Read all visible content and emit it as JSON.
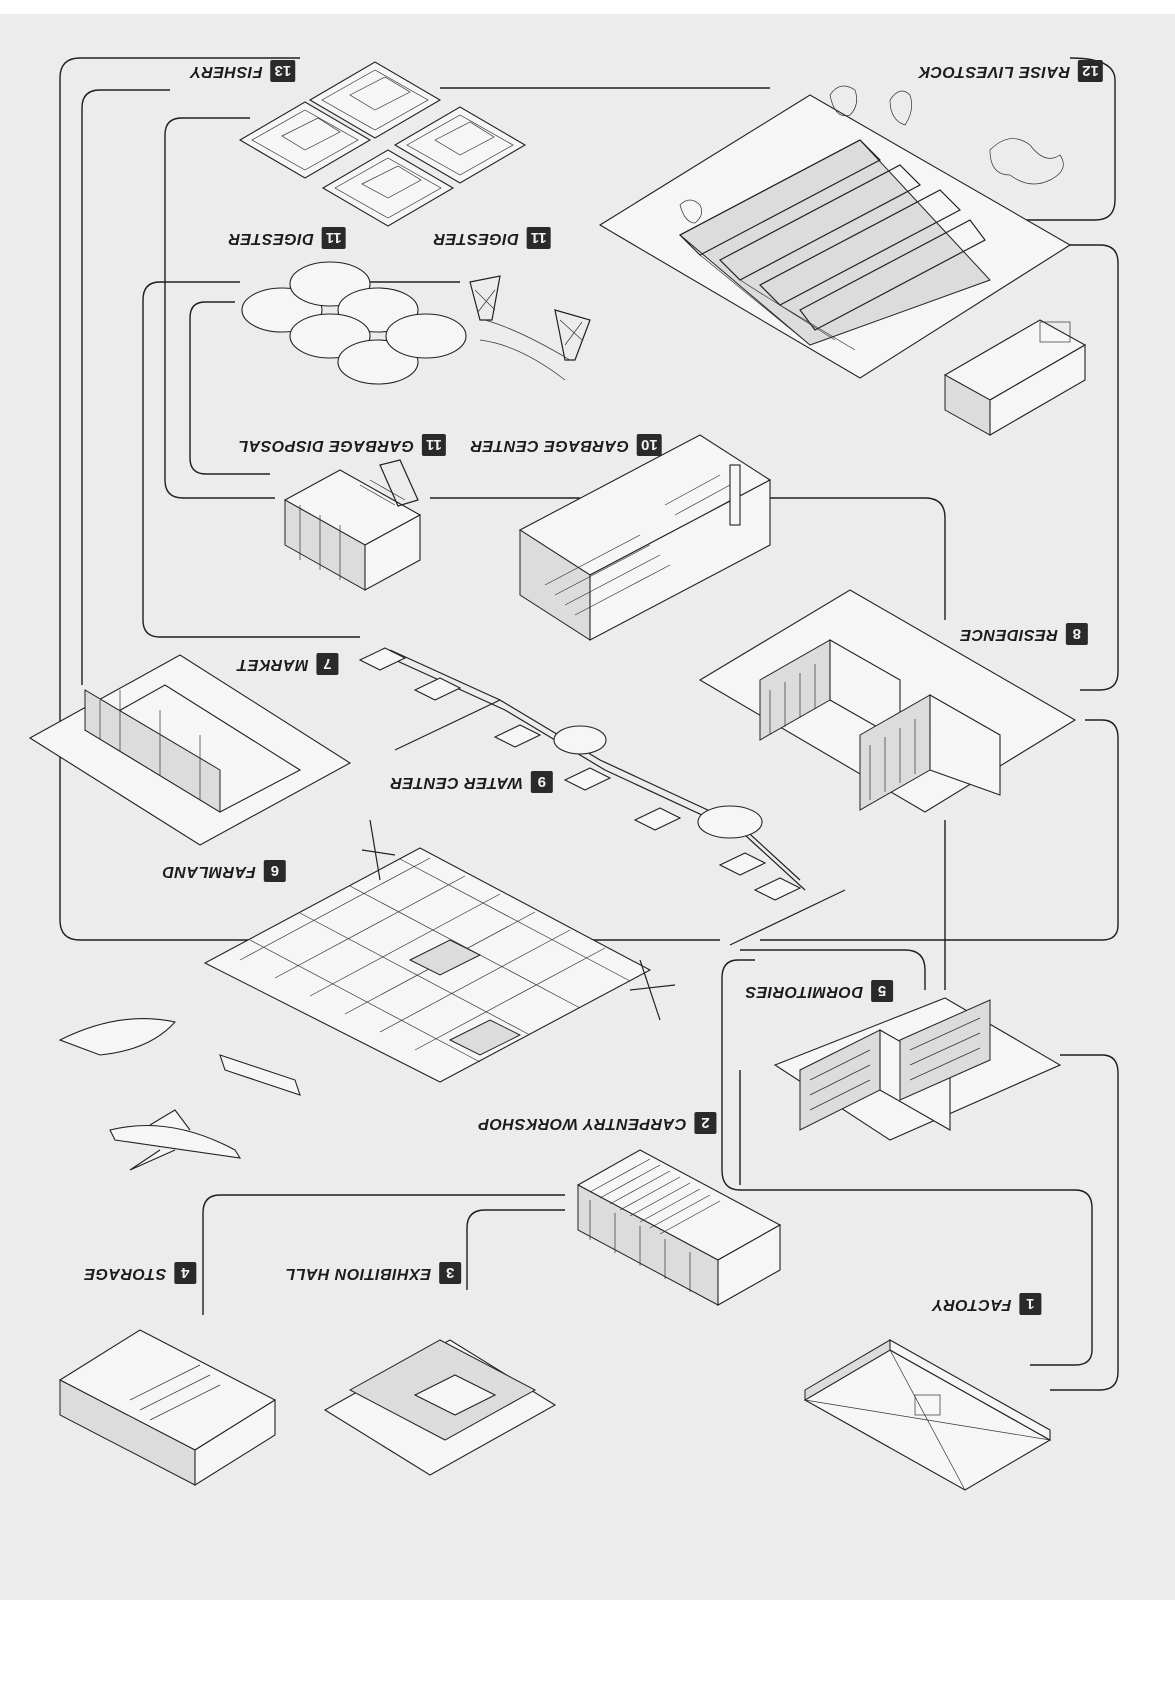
{
  "labels": {
    "fishery": {
      "num": "13",
      "text": "FISHERY"
    },
    "livestock": {
      "num": "12",
      "text": "RAISE LIVESTOCK"
    },
    "digester_a": {
      "num": "11",
      "text": "DIGESTER"
    },
    "digester_b": {
      "num": "11",
      "text": "DIGESTER"
    },
    "garbage_disposal": {
      "num": "11",
      "text": "GARBAGE DISPOSAL"
    },
    "garbage_center": {
      "num": "10",
      "text": "GARBAGE CENTER"
    },
    "residence": {
      "num": "8",
      "text": "RESIDENCE"
    },
    "market": {
      "num": "7",
      "text": "MARKET"
    },
    "water_center": {
      "num": "9",
      "text": "WATER CENTER"
    },
    "farmland": {
      "num": "6",
      "text": "FARMLAND"
    },
    "dormitories": {
      "num": "5",
      "text": "DORMITORIES"
    },
    "carpentry": {
      "num": "2",
      "text": "CARPENTRY WORKSHOP"
    },
    "storage": {
      "num": "4",
      "text": "STORAGE"
    },
    "exhibition": {
      "num": "3",
      "text": "EXHIBITION HALL"
    },
    "factory": {
      "num": "1",
      "text": "FACTORY"
    }
  },
  "colors": {
    "sheet": "#ececec",
    "ink": "#222222",
    "badge": "#2a2a2a"
  }
}
